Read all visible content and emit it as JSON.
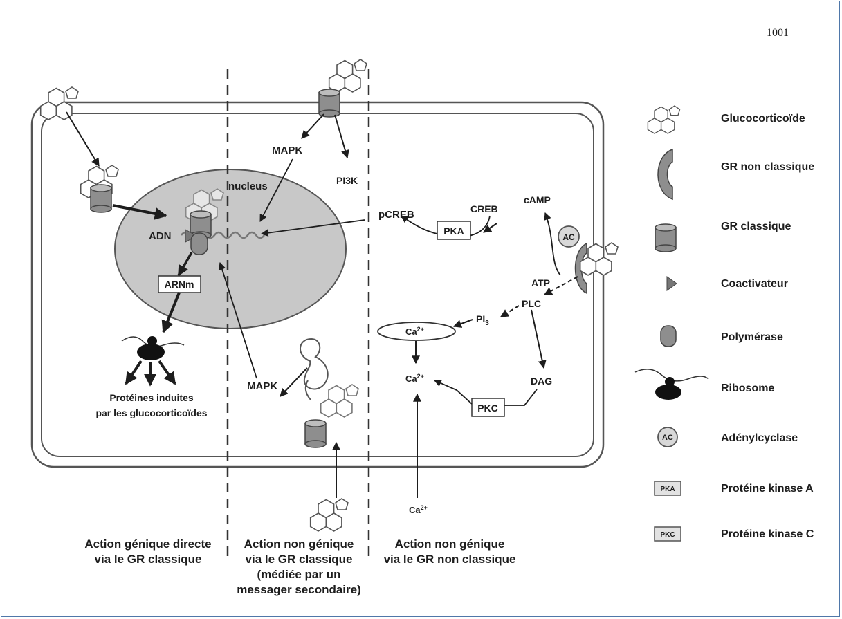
{
  "page_number": "1001",
  "labels": {
    "nucleus": "nucleus",
    "adn": "ADN",
    "arnm": "ARNm",
    "mapk_top": "MAPK",
    "pi3k": "PI3K",
    "mapk_bottom": "MAPK",
    "proteins_line1": "Protéines induites",
    "proteins_line2": "par les glucocorticoïdes",
    "creb": "CREB",
    "pcreb": "pCREB",
    "pka": "PKA",
    "camp": "cAMP",
    "ac": "AC",
    "atp": "ATP",
    "plc": "PLC",
    "pi3": "PI",
    "pi3_sub": "3",
    "ca_store": "Ca",
    "ca_mid": "Ca",
    "ca_bottom": "Ca",
    "ca_sup": "2+",
    "dag": "DAG",
    "pkc": "PKC"
  },
  "columns": {
    "col1": [
      "Action génique directe",
      "via le GR classique"
    ],
    "col2": [
      "Action non génique",
      "via le GR classique",
      "(médiée par un",
      "messager secondaire)"
    ],
    "col3": [
      "Action non génique",
      "via le GR non classique"
    ]
  },
  "legend": [
    {
      "icon": "glucocorticoid-icon",
      "label": "Glucocorticoïde"
    },
    {
      "icon": "nonclassical-gr-icon",
      "label": "GR non classique"
    },
    {
      "icon": "classical-gr-icon",
      "label": "GR classique"
    },
    {
      "icon": "coactivator-icon",
      "label": "Coactivateur"
    },
    {
      "icon": "polymerase-icon",
      "label": "Polymérase"
    },
    {
      "icon": "ribosome-icon",
      "label": "Ribosome"
    },
    {
      "icon": "adenylcyclase-icon",
      "label": "Adénylcyclase",
      "badge": "AC"
    },
    {
      "icon": "pka-icon",
      "label": "Protéine kinase A",
      "badge": "PKA"
    },
    {
      "icon": "pkc-icon",
      "label": "Protéine kinase C",
      "badge": "PKC"
    }
  ],
  "colors": {
    "frame": "#4f77a9",
    "nucleus": "#c8c8c8",
    "receptor": "#8e8e8e",
    "ink": "#1d1d1d"
  }
}
